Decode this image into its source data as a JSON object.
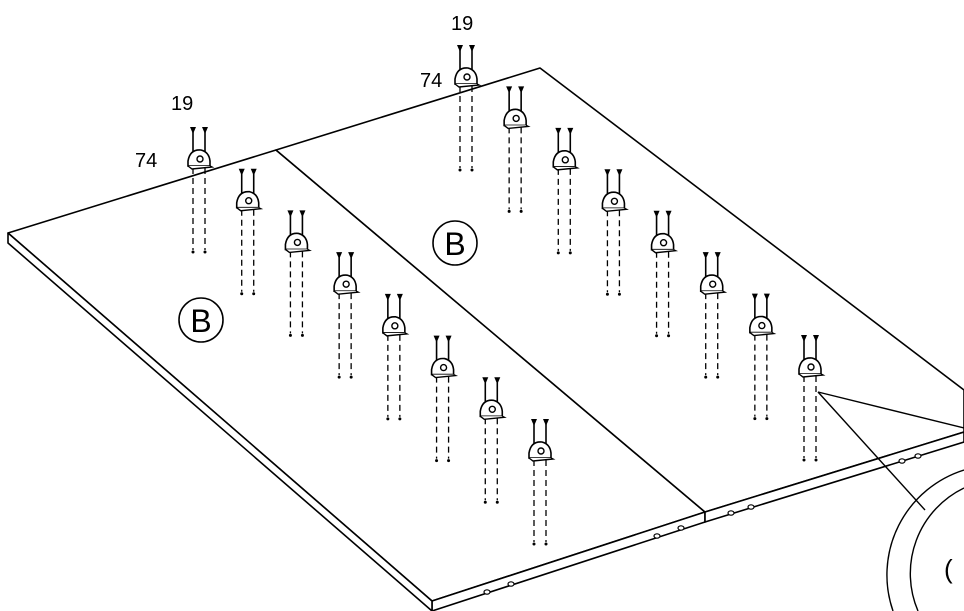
{
  "labels": {
    "left_screw_part": "19",
    "left_bracket_part": "74",
    "top_screw_part": "19",
    "top_bracket_part": "74",
    "panel_left": "B",
    "panel_right": "B",
    "detail_partial": "("
  },
  "groups": {
    "left_panel_bracket_count": 8,
    "right_panel_bracket_count": 8
  }
}
